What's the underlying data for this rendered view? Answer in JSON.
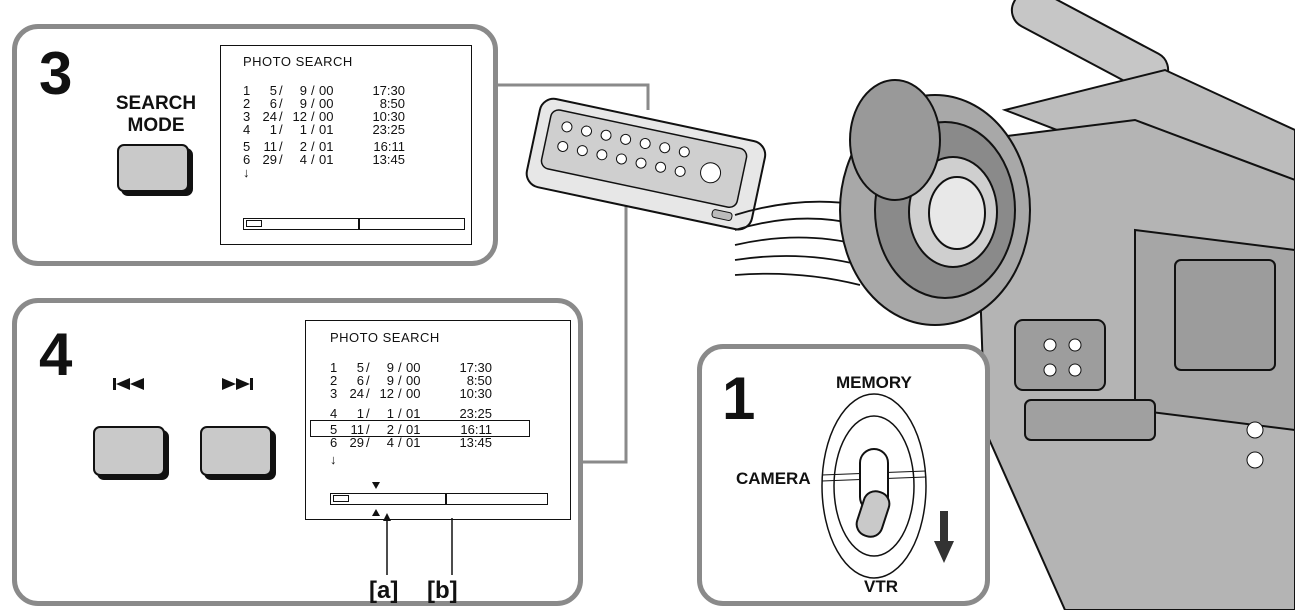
{
  "step3": {
    "number": "3",
    "button_label_line1": "SEARCH",
    "button_label_line2": "MODE",
    "screen_title": "PHOTO SEARCH"
  },
  "step4": {
    "number": "4",
    "prev_icon": "skip-previous-icon",
    "next_icon": "skip-next-icon",
    "screen_title": "PHOTO SEARCH",
    "label_a": "[a]",
    "label_b": "[b]"
  },
  "step1": {
    "number": "1",
    "switch_top": "MEMORY",
    "switch_left": "CAMERA",
    "switch_bottom": "VTR"
  },
  "photo_list": [
    {
      "n": "1",
      "d": "5",
      "m": "9",
      "y": "00",
      "t": "17:30"
    },
    {
      "n": "2",
      "d": "6",
      "m": "9",
      "y": "00",
      "t": "8:50"
    },
    {
      "n": "3",
      "d": "24",
      "m": "12",
      "y": "00",
      "t": "10:30"
    },
    {
      "n": "4",
      "d": "1",
      "m": "1",
      "y": "01",
      "t": "23:25"
    },
    {
      "n": "5",
      "d": "11",
      "m": "2",
      "y": "01",
      "t": "16:11"
    },
    {
      "n": "6",
      "d": "29",
      "m": "4",
      "y": "01",
      "t": "13:45"
    }
  ],
  "highlighted_row": "5",
  "date_separator": "/",
  "scroll_more_icon": "down-arrow-icon",
  "colors": {
    "panel_border": "#8a8a8a",
    "button_fill": "#c9c9c9"
  }
}
